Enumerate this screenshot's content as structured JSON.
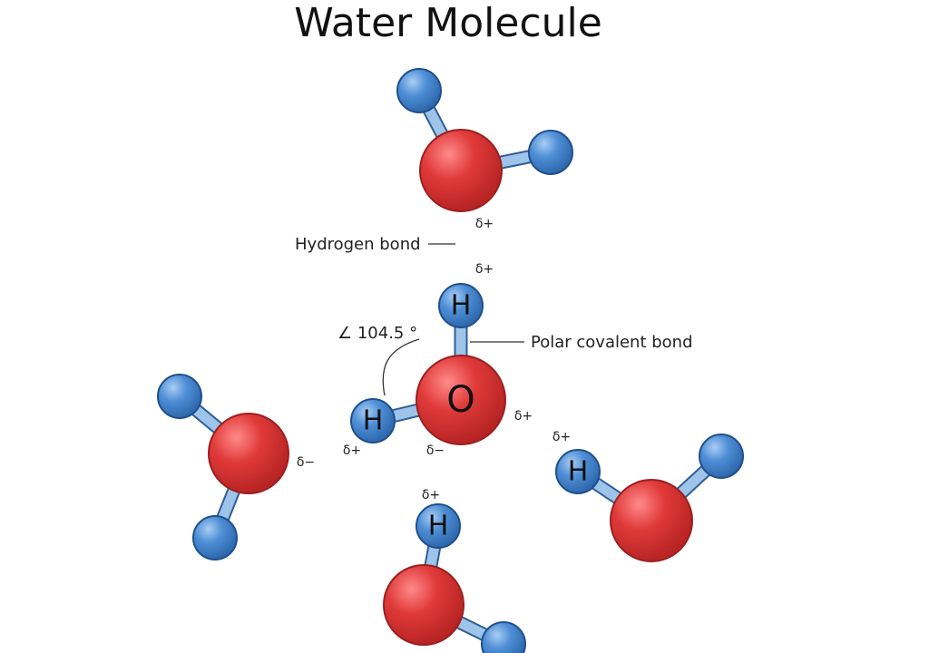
{
  "title": "Water Molecule",
  "labels": {
    "hydrogen_bond": "Hydrogen bond",
    "angle": "∠ 104.5 °",
    "polar_bond": "Polar covalent bond"
  },
  "atoms": {
    "oxygen_symbol": "O",
    "hydrogen_symbol": "H"
  },
  "charges": {
    "positive": "δ+",
    "negative": "δ−"
  },
  "colors": {
    "oxygen": "#e03a3a",
    "oxygen_dark": "#9c1f1f",
    "hydrogen": "#4f8fd6",
    "hydrogen_dark": "#1f4f8c",
    "bond": "#9ec4ea",
    "bond_dark": "#2f5f95",
    "hbond": "#1f3659"
  }
}
